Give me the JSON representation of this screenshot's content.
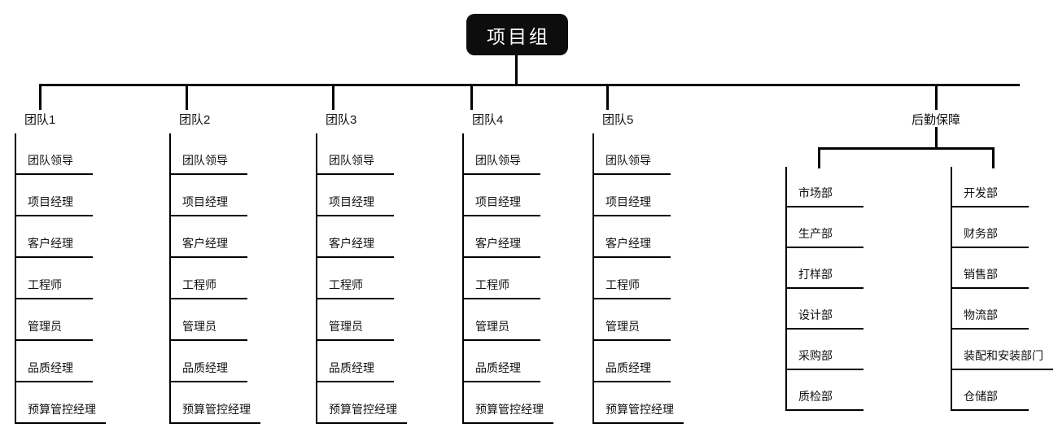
{
  "root": {
    "label": "项目组"
  },
  "teams": [
    {
      "label": "团队1",
      "members": [
        "团队领导",
        "项目经理",
        "客户经理",
        "工程师",
        "管理员",
        "品质经理",
        "预算管控经理"
      ]
    },
    {
      "label": "团队2",
      "members": [
        "团队领导",
        "项目经理",
        "客户经理",
        "工程师",
        "管理员",
        "品质经理",
        "预算管控经理"
      ]
    },
    {
      "label": "团队3",
      "members": [
        "团队领导",
        "项目经理",
        "客户经理",
        "工程师",
        "管理员",
        "品质经理",
        "预算管控经理"
      ]
    },
    {
      "label": "团队4",
      "members": [
        "团队领导",
        "项目经理",
        "客户经理",
        "工程师",
        "管理员",
        "品质经理",
        "预算管控经理"
      ]
    },
    {
      "label": "团队5",
      "members": [
        "团队领导",
        "项目经理",
        "客户经理",
        "工程师",
        "管理员",
        "品质经理",
        "预算管控经理"
      ]
    }
  ],
  "logistics": {
    "label": "后勤保障",
    "columns": [
      {
        "items": [
          "市场部",
          "生产部",
          "打样部",
          "设计部",
          "采购部",
          "质检部"
        ]
      },
      {
        "items": [
          "开发部",
          "财务部",
          "销售部",
          "物流部",
          "装配和安装部门",
          "仓储部"
        ]
      }
    ]
  },
  "colors": {
    "line": "#000000",
    "background": "#ffffff",
    "root_bg": "#0d0d0d",
    "root_text": "#ffffff"
  }
}
